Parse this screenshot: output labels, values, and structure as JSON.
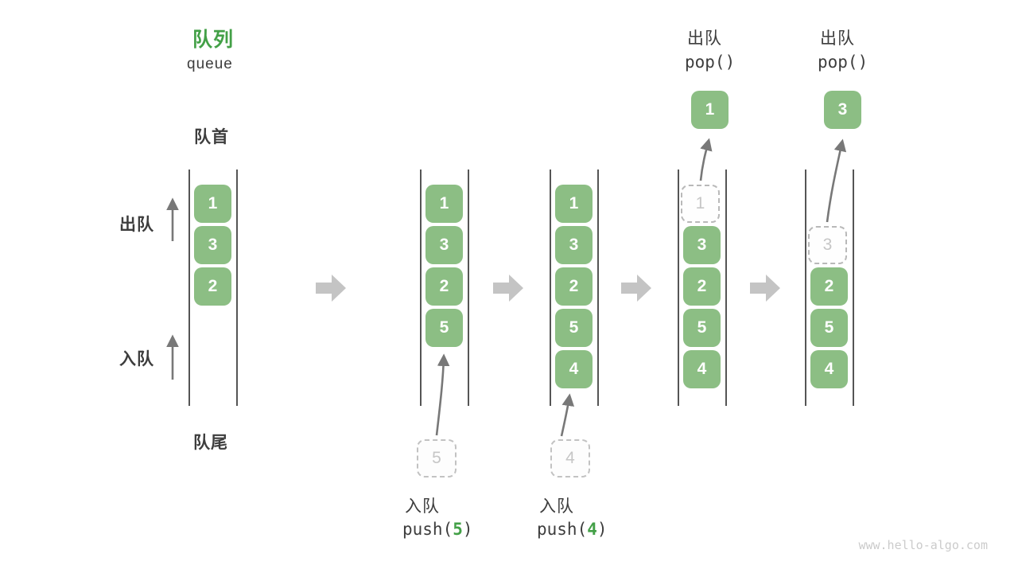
{
  "header": {
    "title_zh": "队列",
    "title_en": "queue"
  },
  "labels": {
    "front": "队首",
    "rear": "队尾",
    "dequeue_side": "出队",
    "enqueue_side": "入队"
  },
  "colors": {
    "box_green": "#8cbe84",
    "accent_green": "#43a047",
    "text_dark": "#3d3d3d",
    "block_arrow_gray": "#c4c4c4",
    "thin_arrow_gray": "#787878",
    "ghost_gray": "#c6c6c6"
  },
  "queues": [
    {
      "name": "state-initial",
      "slots": [
        {
          "value": "1",
          "row": 0,
          "ghost": false
        },
        {
          "value": "3",
          "row": 1,
          "ghost": false
        },
        {
          "value": "2",
          "row": 2,
          "ghost": false
        }
      ]
    },
    {
      "name": "state-after-push-5",
      "slots": [
        {
          "value": "1",
          "row": 0,
          "ghost": false
        },
        {
          "value": "3",
          "row": 1,
          "ghost": false
        },
        {
          "value": "2",
          "row": 2,
          "ghost": false
        },
        {
          "value": "5",
          "row": 3,
          "ghost": false
        }
      ],
      "staged": {
        "value": "5"
      },
      "caption": {
        "line1": "入队",
        "code_prefix": "push(",
        "code_arg": "5",
        "code_suffix": ")"
      }
    },
    {
      "name": "state-after-push-4",
      "slots": [
        {
          "value": "1",
          "row": 0,
          "ghost": false
        },
        {
          "value": "3",
          "row": 1,
          "ghost": false
        },
        {
          "value": "2",
          "row": 2,
          "ghost": false
        },
        {
          "value": "5",
          "row": 3,
          "ghost": false
        },
        {
          "value": "4",
          "row": 4,
          "ghost": false
        }
      ],
      "staged": {
        "value": "4"
      },
      "caption": {
        "line1": "入队",
        "code_prefix": "push(",
        "code_arg": "4",
        "code_suffix": ")"
      }
    },
    {
      "name": "state-after-pop-1",
      "slots": [
        {
          "value": "1",
          "row": 0,
          "ghost": true
        },
        {
          "value": "3",
          "row": 1,
          "ghost": false
        },
        {
          "value": "2",
          "row": 2,
          "ghost": false
        },
        {
          "value": "5",
          "row": 3,
          "ghost": false
        },
        {
          "value": "4",
          "row": 4,
          "ghost": false
        }
      ],
      "flying": {
        "value": "1"
      },
      "caption": {
        "line1": "出队",
        "code": "pop()"
      }
    },
    {
      "name": "state-after-pop-3",
      "slots": [
        {
          "value": "3",
          "row": 1,
          "ghost": true
        },
        {
          "value": "2",
          "row": 2,
          "ghost": false
        },
        {
          "value": "5",
          "row": 3,
          "ghost": false
        },
        {
          "value": "4",
          "row": 4,
          "ghost": false
        }
      ],
      "flying": {
        "value": "3"
      },
      "caption": {
        "line1": "出队",
        "code": "pop()"
      }
    }
  ],
  "watermark": "www.hello-algo.com"
}
